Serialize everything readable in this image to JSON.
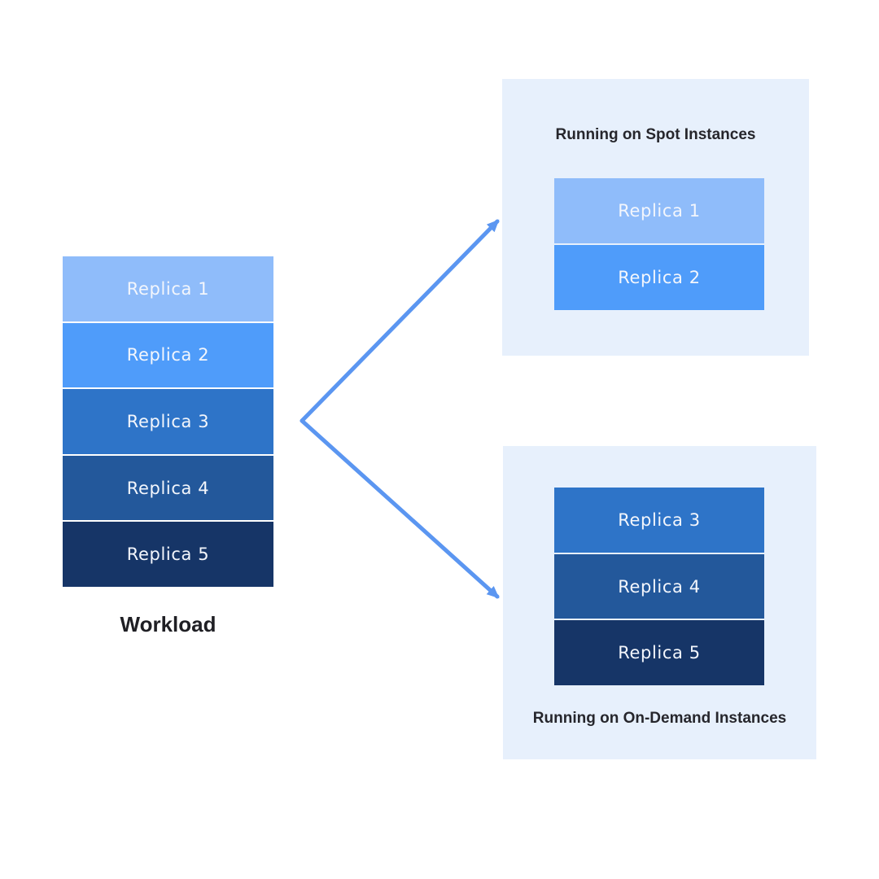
{
  "colors": {
    "canvas_bg": "#ffffff",
    "panel_bg": "#e7f0fc",
    "arrow": "#5b96f1",
    "heading_text": "#26262c",
    "workload_title_text": "#1f1f24",
    "replica_label_text": "#f3f6fc",
    "replica_1": "#8fbcfa",
    "replica_2": "#4f9cfa",
    "replica_3": "#2e74c8",
    "replica_4": "#23589b",
    "replica_5": "#163567"
  },
  "workload": {
    "title": "Workload",
    "replicas": [
      {
        "label": "Replica 1"
      },
      {
        "label": "Replica 2"
      },
      {
        "label": "Replica 3"
      },
      {
        "label": "Replica 4"
      },
      {
        "label": "Replica 5"
      }
    ]
  },
  "spot_panel": {
    "title": "Running on Spot Instances",
    "replicas": [
      {
        "label": "Replica 1"
      },
      {
        "label": "Replica 2"
      }
    ]
  },
  "ondemand_panel": {
    "title": "Running on On-Demand Instances",
    "replicas": [
      {
        "label": "Replica 3"
      },
      {
        "label": "Replica 4"
      },
      {
        "label": "Replica 5"
      }
    ]
  }
}
